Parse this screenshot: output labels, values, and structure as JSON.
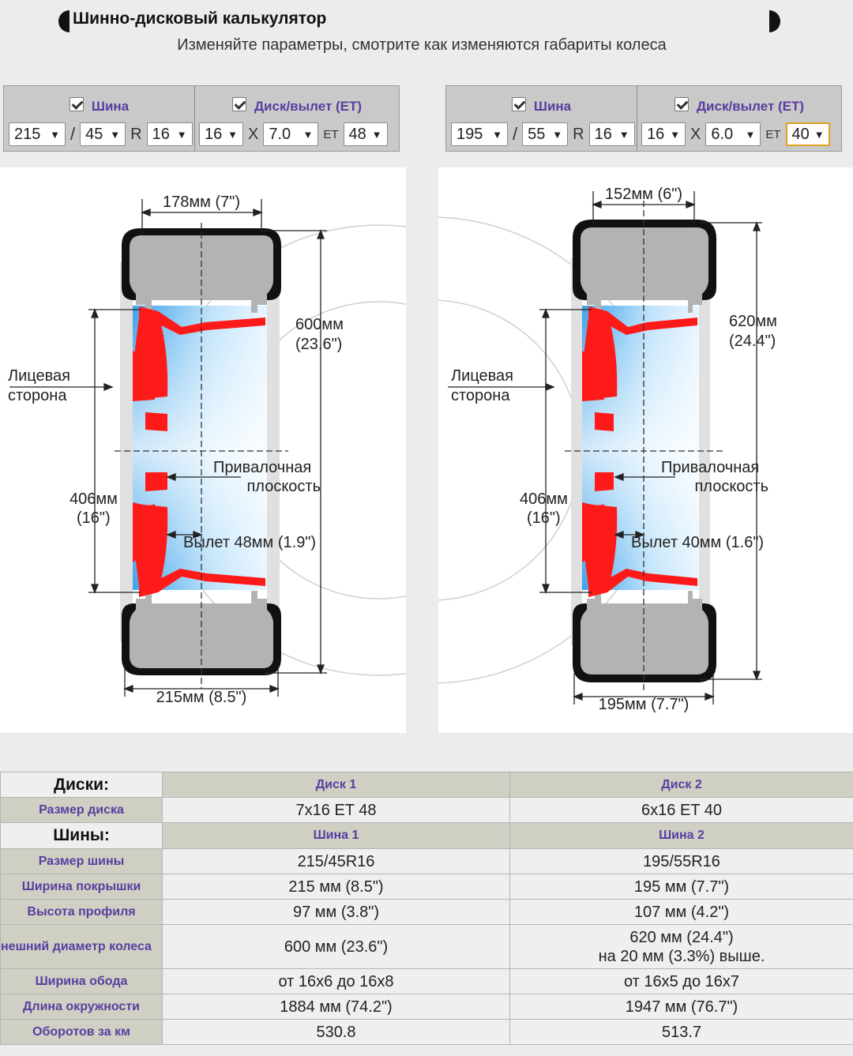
{
  "header": {
    "title": "Шинно-дисковый калькулятор",
    "subtitle": "Изменяйте параметры, смотрите как изменяются габариты колеса"
  },
  "config1": {
    "tire_label": "Шина",
    "disk_label": "Диск/вылет (ET)",
    "width": "215",
    "sep1": "/",
    "profile": "45",
    "r": "R",
    "diameter": "16",
    "disk_d": "16",
    "x": "X",
    "disk_w": "7.0",
    "et": "ET",
    "et_val": "48"
  },
  "config2": {
    "tire_label": "Шина",
    "disk_label": "Диск/вылет (ET)",
    "width": "195",
    "sep1": "/",
    "profile": "55",
    "r": "R",
    "diameter": "16",
    "disk_d": "16",
    "x": "X",
    "disk_w": "6.0",
    "et": "ET",
    "et_val": "40"
  },
  "diagram1": {
    "top_width": "178мм (7\")",
    "overall_l1": "600мм",
    "overall_l2": "(23.6\")",
    "face_l1": "Лицевая",
    "face_l2": "сторона",
    "mount_l1": "Привалочная",
    "mount_l2": "плоскость",
    "rim_l1": "406мм",
    "rim_l2": "(16\")",
    "offset": "Вылет 48мм (1.9\")",
    "bottom_width": "215мм (8.5\")"
  },
  "diagram2": {
    "top_width": "152мм (6\")",
    "overall_l1": "620мм",
    "overall_l2": "(24.4\")",
    "face_l1": "Лицевая",
    "face_l2": "сторона",
    "mount_l1": "Привалочная",
    "mount_l2": "плоскость",
    "rim_l1": "406мм",
    "rim_l2": "(16\")",
    "offset": "Вылет 40мм (1.6\")",
    "bottom_width": "195мм (7.7\")"
  },
  "table": {
    "disks_group": "Диски:",
    "disk1_header": "Диск 1",
    "disk2_header": "Диск 2",
    "disk_size_label": "Размер диска",
    "disk_size_1": "7x16 ET 48",
    "disk_size_2": "6x16 ET 40",
    "tires_group": "Шины:",
    "tire1_header": "Шина 1",
    "tire2_header": "Шина 2",
    "tire_size_label": "Размер шины",
    "tire_size_1": "215/45R16",
    "tire_size_2": "195/55R16",
    "tire_width_label": "Ширина покрышки",
    "tire_width_1": "215 мм (8.5\")",
    "tire_width_2": "195 мм (7.7\")",
    "profile_label": "Высота профиля",
    "profile_1": "97 мм (3.8\")",
    "profile_2": "107 мм (4.2\")",
    "outer_label": "нешний диаметр колеса",
    "outer_1": "600 мм (23.6\")",
    "outer_2_l1": "620 мм (24.4\")",
    "outer_2_l2": "на 20 мм (3.3%) выше.",
    "rim_width_label": "Ширина обода",
    "rim_width_1": "от 16x6 до 16x8",
    "rim_width_2": "от 16x5 до 16x7",
    "circ_label": "Длина окружности",
    "circ_1": "1884 мм (74.2\")",
    "circ_2": "1947 мм (76.7\")",
    "rev_label": "Оборотов за км",
    "rev_1": "530.8",
    "rev_2": "513.7"
  }
}
